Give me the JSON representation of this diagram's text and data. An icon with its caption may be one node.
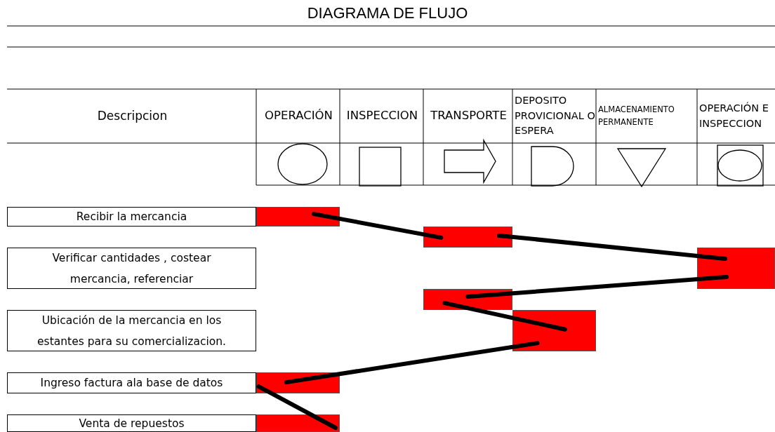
{
  "diagram": {
    "title": "DIAGRAMA DE FLUJO",
    "nodes": [
      {
        "text": [
          "Recibir la mercancia"
        ]
      },
      {
        "text": [],
        "shape": "box"
      },
      {
        "text": [],
        "shape": "box"
      },
      {
        "text": [
          "Verificar cantidades , costear mercancia, referenciar"
        ]
      },
      {
        "text": [],
        "shape": "box"
      },
      {
        "text": [],
        "shape": "box"
      },
      {
        "text": [
          "Ubicación de la mercancia en los estantes para su comercializacion."
        ]
      },
      {
        "text": [],
        "shape": "box"
      },
      {
        "text": [
          "Ingreso factura ala base de datos"
        ]
      },
      {
        "text": [],
        "shape": "box"
      },
      {
        "text": [
          "Venta de repuestos"
        ]
      },
      {
        "text": [],
        "shape": "box"
      }
    ],
    "edges": [
      {
        "from": 1,
        "to": 2,
        "arrow": "none"
      },
      {
        "from": 2,
        "to": 4,
        "arrow": "none"
      },
      {
        "from": 4,
        "to": 5,
        "arrow": "none"
      },
      {
        "from": 5,
        "to": 7,
        "arrow": "none"
      },
      {
        "from": 7,
        "to": 9,
        "arrow": "none"
      },
      {
        "from": 9,
        "to": 11,
        "arrow": "none"
      }
    ],
    "labels": [
      "Descripcion",
      "OPERACIÓN",
      "INSPECCION",
      "TRANSPORTE",
      "DEPOSITO PROVICIONAL O ESPERA",
      "ALMACENAMIENTO PERMANENTE",
      "OPERACIÓN E INSPECCION"
    ]
  }
}
